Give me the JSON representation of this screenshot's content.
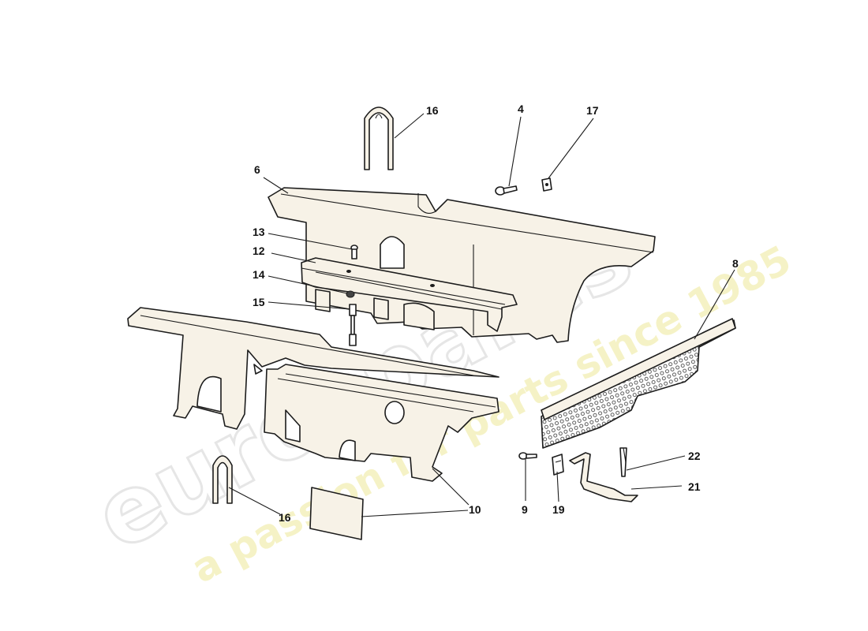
{
  "watermark": {
    "brand": "eurospares",
    "tagline": "a passion for parts since 1985"
  },
  "callouts": [
    "16",
    "4",
    "17",
    "6",
    "13",
    "12",
    "14",
    "15",
    "8",
    "10",
    "16",
    "9",
    "19",
    "22",
    "21"
  ]
}
